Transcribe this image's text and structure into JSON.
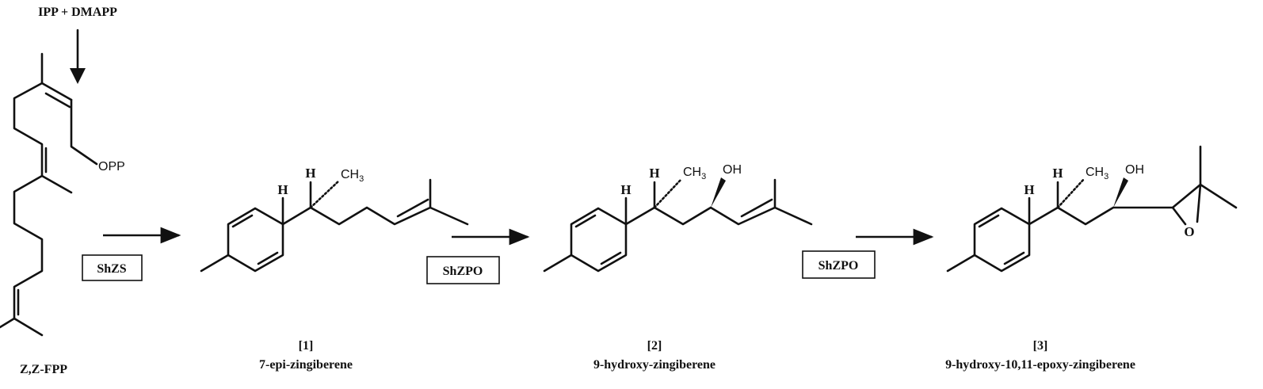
{
  "precursor_label": "IPP + DMAPP",
  "fpp": {
    "name": "Z,Z-FPP",
    "group_label": "OPP"
  },
  "enzymes": [
    "ShZS",
    "ShZPO",
    "ShZPO"
  ],
  "atoms": {
    "h": "H",
    "ch3": "CH",
    "ch3_sub": "3",
    "oh": "OH",
    "o": "O"
  },
  "compounds": [
    {
      "number": "[1]",
      "name": "7-epi-zingiberene"
    },
    {
      "number": "[2]",
      "name": "9-hydroxy-zingiberene"
    },
    {
      "number": "[3]",
      "name": "9-hydroxy-10,11-epoxy-zingiberene"
    }
  ]
}
